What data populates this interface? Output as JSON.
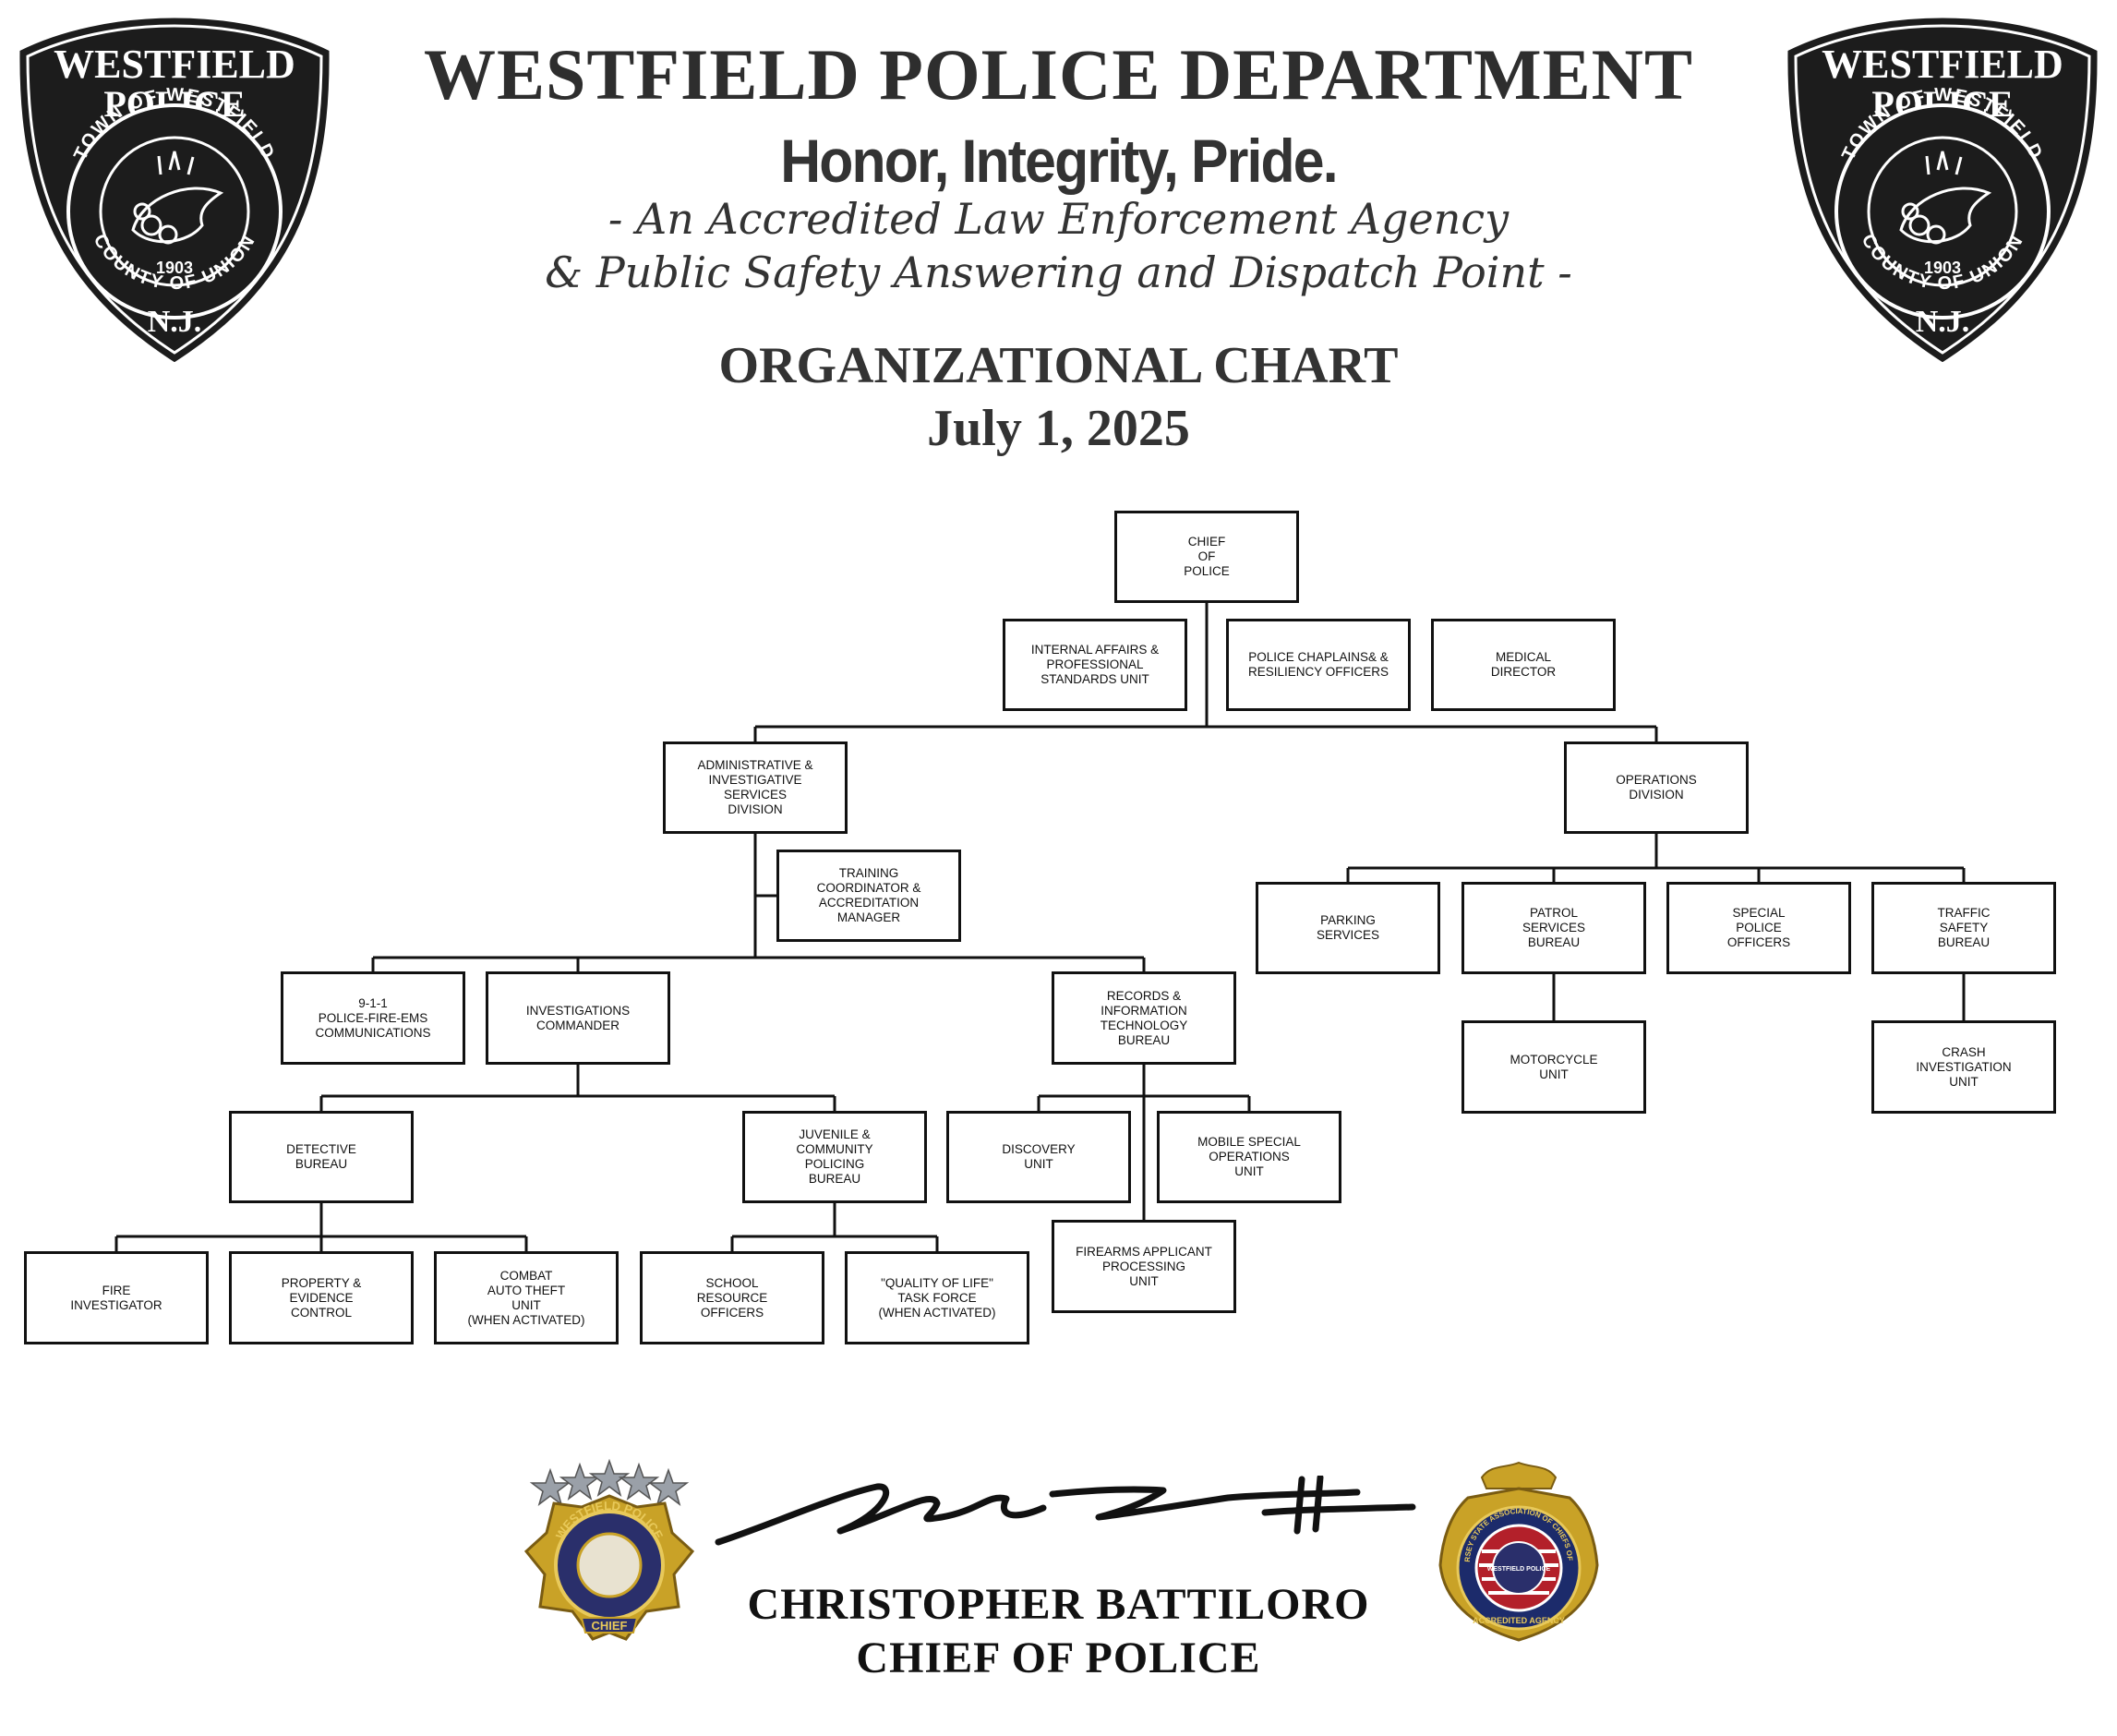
{
  "header": {
    "department": "WESTFIELD POLICE DEPARTMENT",
    "motto": "Honor, Integrity, Pride.",
    "subtitle_line1": "- An Accredited Law Enforcement Agency",
    "subtitle_line2": "& Public Safety Answering and Dispatch Point -",
    "chart_title": "ORGANIZATIONAL CHART",
    "date": "July 1, 2025"
  },
  "seal": {
    "top_text": "WESTFIELD",
    "middle_text": "POLICE",
    "ring_top": "TOWN OF WESTFIELD",
    "ring_bottom": "COUNTY OF UNION",
    "year": "1903",
    "state": "N.J."
  },
  "colors": {
    "seal_black": "#1c1c1c",
    "badge_gold": "#c9a227",
    "badge_blue": "#2a2f6b",
    "line": "#111111"
  },
  "org": {
    "chief": "CHIEF\nOF\nPOLICE",
    "internal_affairs": "INTERNAL AFFAIRS &\nPROFESSIONAL\nSTANDARDS UNIT",
    "chaplains": "POLICE  CHAPLAINS& &\nRESILIENCY OFFICERS",
    "medical": "MEDICAL\nDIRECTOR",
    "admin_division": "ADMINISTRATIVE &\nINVESTIGATIVE\nSERVICES\nDIVISION",
    "operations_division": "OPERATIONS\nDIVISION",
    "training": "TRAINING\nCOORDINATOR &\nACCREDITATION\nMANAGER",
    "communications": "9-1-1\nPOLICE-FIRE-EMS\nCOMMUNICATIONS",
    "investigations_commander": "INVESTIGATIONS\nCOMMANDER",
    "records": "RECORDS &\nINFORMATION\nTECHNOLOGY\nBUREAU",
    "detective": "DETECTIVE\nBUREAU",
    "juvenile": "JUVENILE &\nCOMMUNITY\nPOLICING\nBUREAU",
    "discovery": "DISCOVERY\nUNIT",
    "mobile_special": "MOBILE SPECIAL\nOPERATIONS\nUNIT",
    "firearms": "FIREARMS APPLICANT\nPROCESSING\nUNIT",
    "fire_investigator": "FIRE\nINVESTIGATOR",
    "property": "PROPERTY &\nEVIDENCE\nCONTROL",
    "combat_auto_theft": "COMBAT\nAUTO THEFT\nUNIT\n(WHEN ACTIVATED)",
    "school_resource": "SCHOOL\nRESOURCE\nOFFICERS",
    "quality_of_life": "\"QUALITY OF LIFE\"\nTASK FORCE\n(WHEN ACTIVATED)",
    "parking": "PARKING\nSERVICES",
    "patrol": "PATROL\nSERVICES\nBUREAU",
    "special_police": "SPECIAL\nPOLICE\nOFFICERS",
    "traffic_safety": "TRAFFIC\nSAFETY\nBUREAU",
    "motorcycle": "MOTORCYCLE\nUNIT",
    "crash_investigation": "CRASH\nINVESTIGATION\nUNIT"
  },
  "footer": {
    "chief_name": "CHRISTOPHER BATTILORO",
    "chief_title": "CHIEF OF POLICE",
    "left_badge_top": "WESTFIELD POLICE",
    "left_badge_bottom": "CHIEF",
    "right_badge_ring": "NEW JERSEY STATE ASSOCIATION OF CHIEFS OF POLICE",
    "right_badge_center": "WESTFIELD POLICE",
    "right_badge_bottom": "ACCREDITED AGENCY"
  }
}
